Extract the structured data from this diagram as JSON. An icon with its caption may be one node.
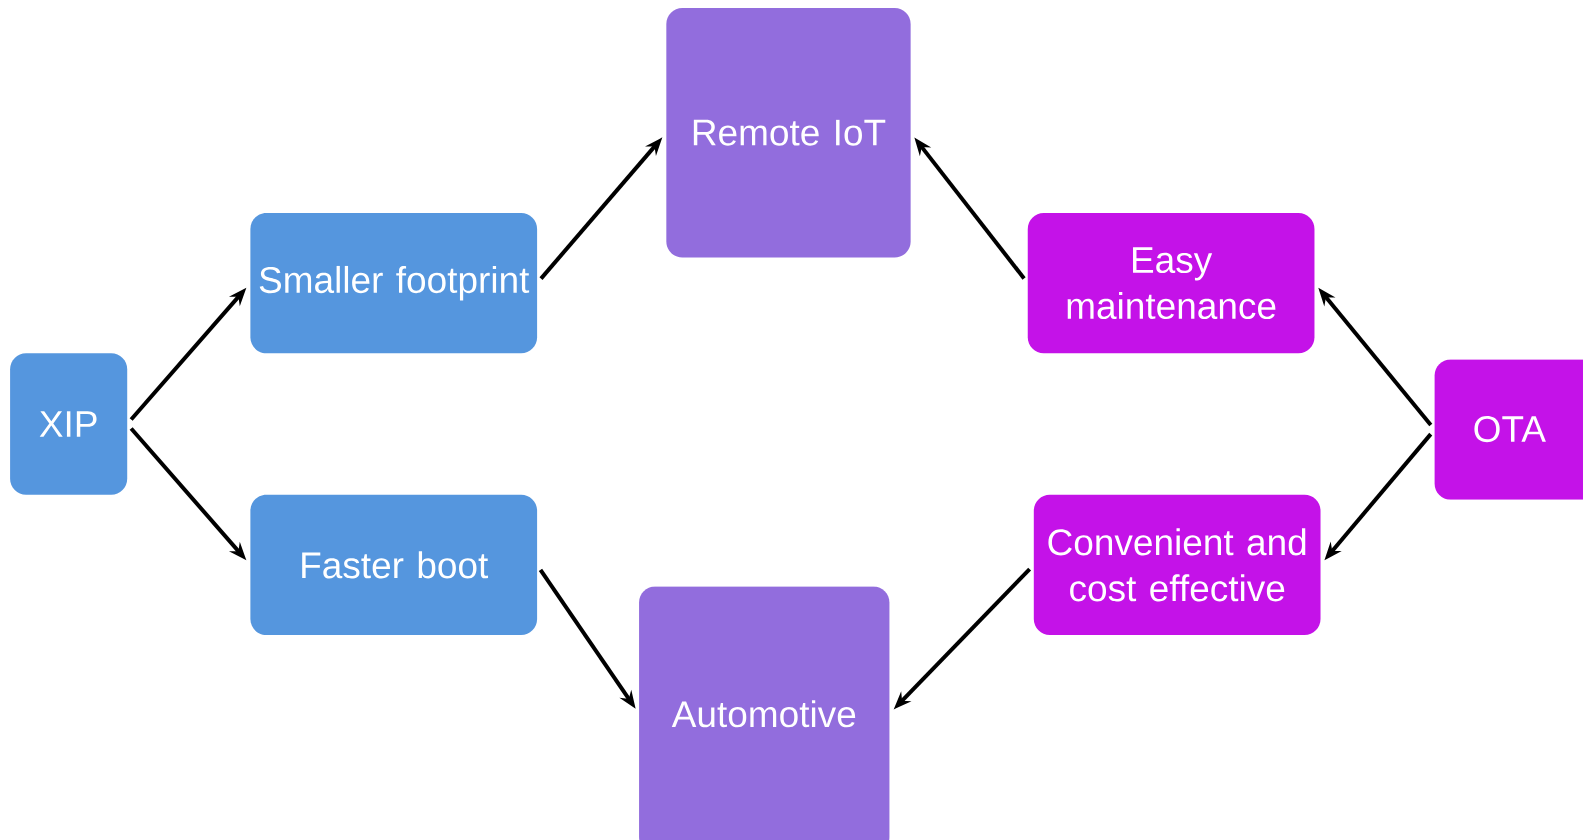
{
  "diagram": {
    "nodes": [
      {
        "text": [
          "XIP"
        ]
      },
      {
        "text": [
          "Smaller footprint"
        ]
      },
      {
        "text": [
          "Faster boot"
        ]
      },
      {
        "text": [
          "Remote IoT"
        ]
      },
      {
        "text": [
          "Automotive"
        ]
      },
      {
        "text": [
          "Easy maintenance"
        ]
      },
      {
        "text": [
          "Convenient and cost effective"
        ]
      },
      {
        "text": [
          "OTA"
        ]
      }
    ],
    "edges": [
      {
        "from": 0,
        "to": 1,
        "arrow": "to"
      },
      {
        "from": 0,
        "to": 2,
        "arrow": "to"
      },
      {
        "from": 1,
        "to": 3,
        "arrow": "to"
      },
      {
        "from": 2,
        "to": 4,
        "arrow": "to"
      },
      {
        "from": 5,
        "to": 3,
        "arrow": "to"
      },
      {
        "from": 6,
        "to": 4,
        "arrow": "to"
      },
      {
        "from": 7,
        "to": 5,
        "arrow": "to"
      },
      {
        "from": 7,
        "to": 6,
        "arrow": "to"
      }
    ]
  }
}
